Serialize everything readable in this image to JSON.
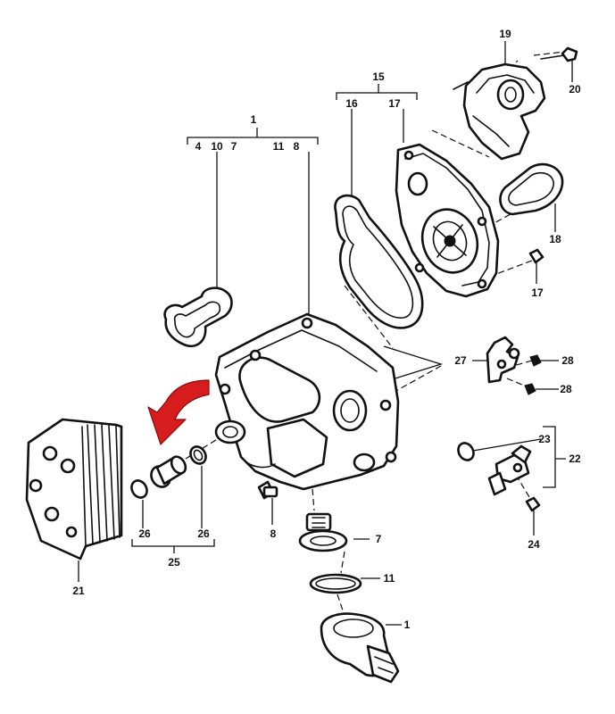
{
  "callouts": {
    "c1": "1",
    "c4": "4",
    "c10": "10",
    "c7": "7",
    "c11a": "11",
    "c8a": "8",
    "c15": "15",
    "c16": "16",
    "c17a": "17",
    "c19": "19",
    "c20": "20",
    "c18": "18",
    "c17b": "17",
    "c27": "27",
    "c28a": "28",
    "c28b": "28",
    "c23": "23",
    "c22": "22",
    "c24": "24",
    "c8b": "8",
    "c7b": "7",
    "c11b": "11",
    "c1b": "1",
    "c21": "21",
    "c26a": "26",
    "c26b": "26",
    "c25": "25"
  },
  "colors": {
    "line": "#111111",
    "arrow": "#d61c1c",
    "background": "#ffffff"
  },
  "icons": {
    "pointer": "red-curved-arrow"
  }
}
